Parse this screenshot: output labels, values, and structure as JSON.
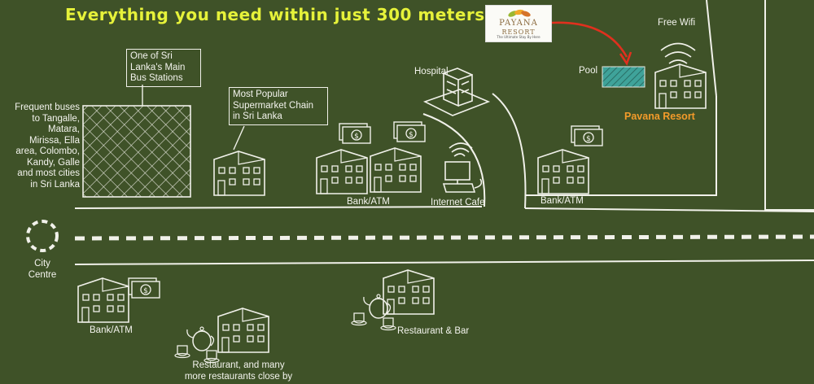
{
  "heading": "Everything you need within just 300 meters...",
  "logo": {
    "name": "PAYANA",
    "subtitle": "RESORT",
    "tagline": "The Ultimate Stay By Here"
  },
  "labels": {
    "free_wifi": "Free Wifi",
    "pool": "Pool",
    "resort": "Pavana Resort",
    "hospital": "Hospital",
    "bus_station_note": [
      "One of Sri",
      "Lanka's Main",
      "Bus Stations"
    ],
    "supermarket_note": [
      "Most Popular",
      "Supermarket Chain",
      "in Sri Lanka"
    ],
    "frequent_buses": [
      "Frequent buses",
      "to Tangalle,",
      "Matara,",
      "Mirissa, Ella",
      "area, Colombo,",
      "Kandy, Galle",
      "and most cities",
      "in Sri Lanka"
    ],
    "bank_atm_1": "Bank/ATM",
    "internet_cafe": "Internet Cafe",
    "bank_atm_2": "Bank/ATM",
    "city_centre": [
      "City",
      "Centre"
    ],
    "bank_atm_3": "Bank/ATM",
    "restaurant_bar": "Restaurant & Bar",
    "restaurants_many": [
      "Restaurant, and many",
      "more restaurants close by"
    ]
  },
  "colors": {
    "board": "#3f5228",
    "chalk": "#f1f1ea",
    "heading": "#e6f23a",
    "resort": "#f39b2a",
    "arrow": "#e0301e",
    "pool": "#3fa39a"
  },
  "icons": [
    "building-icon",
    "money-icon",
    "wifi-icon",
    "computer-icon",
    "teapot-icon",
    "arrow-icon",
    "city-centre-icon"
  ]
}
